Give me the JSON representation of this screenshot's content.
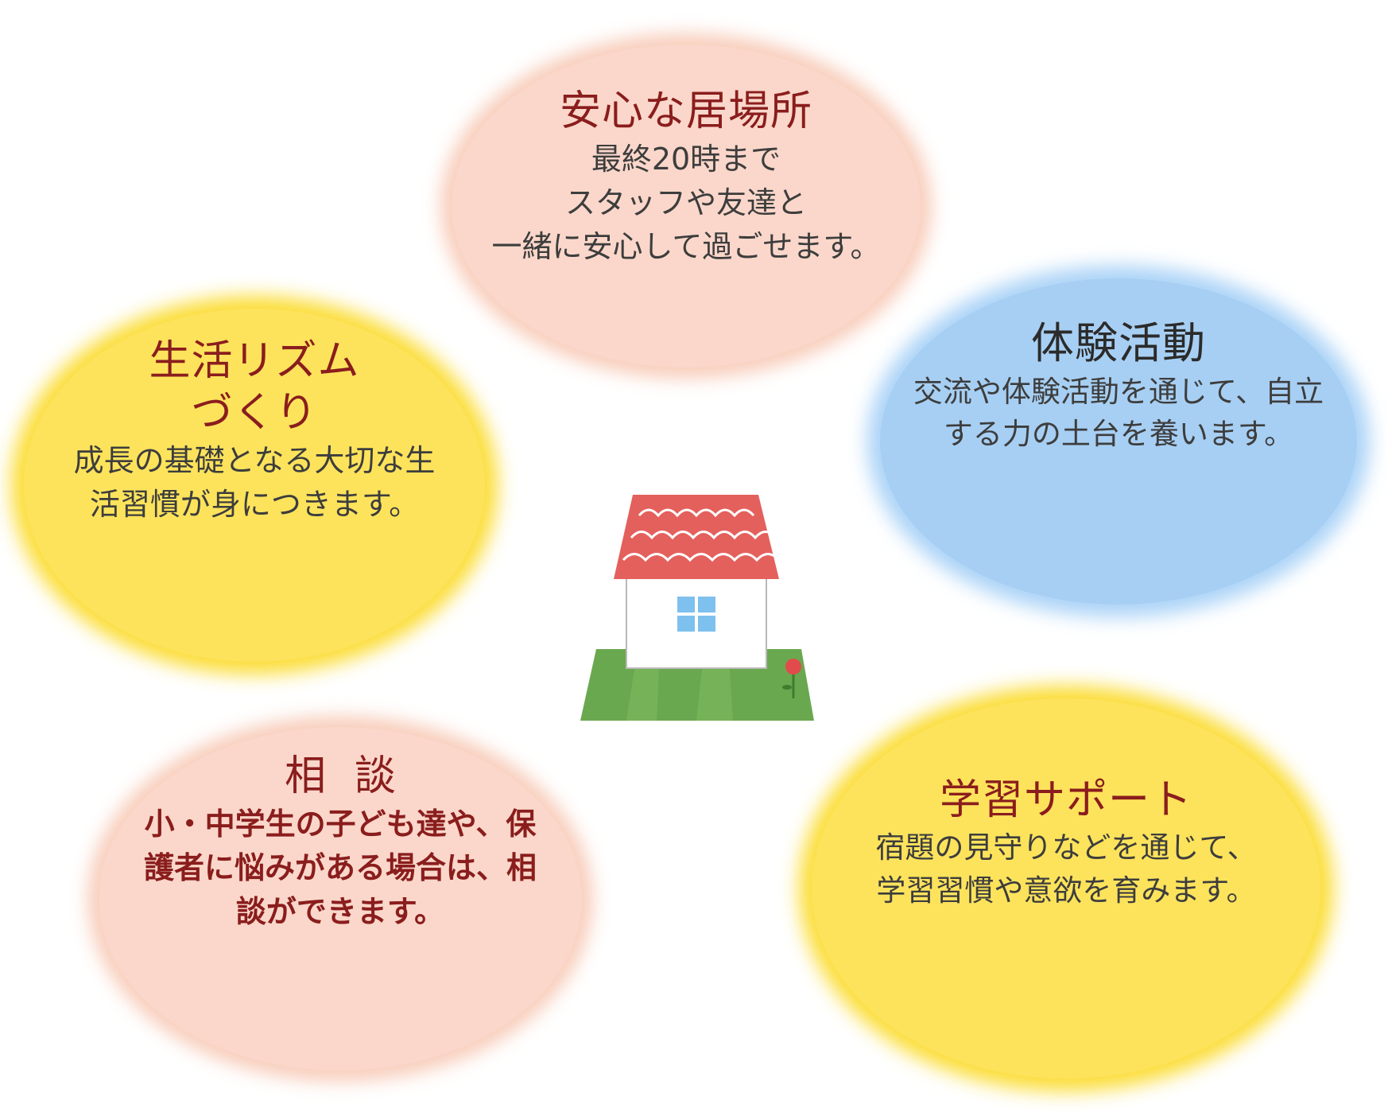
{
  "bubbles": {
    "safe_place": {
      "title": "安心な居場所",
      "body": "最終20時まで\nスタッフや友達と\n一緒に安心して過ごせます。"
    },
    "life_rhythm": {
      "title": "生活リズム\nづくり",
      "body": "成長の基礎となる大切な生\n活習慣が身につきます。"
    },
    "hands_on_activities": {
      "title": "体験活動",
      "body": "交流や体験活動を通じて、自立\nする力の土台を養います。"
    },
    "consultation": {
      "title": "相談",
      "body": "小・中学生の子ども達や、保\n護者に悩みがある場合は、相\n談ができます。"
    },
    "study_support": {
      "title": "学習サポート",
      "body": "宿題の見守りなどを通じて、\n学習習慣や意欲を育みます。"
    }
  },
  "colors": {
    "peach": "#fad7ca",
    "yellow": "#fde35c",
    "blue": "#a7cff3",
    "title_red": "#8a1d1d",
    "roof": "#e4605c",
    "grass": "#6aa84f",
    "window": "#7ec0ee"
  },
  "center_illustration": "house-icon"
}
